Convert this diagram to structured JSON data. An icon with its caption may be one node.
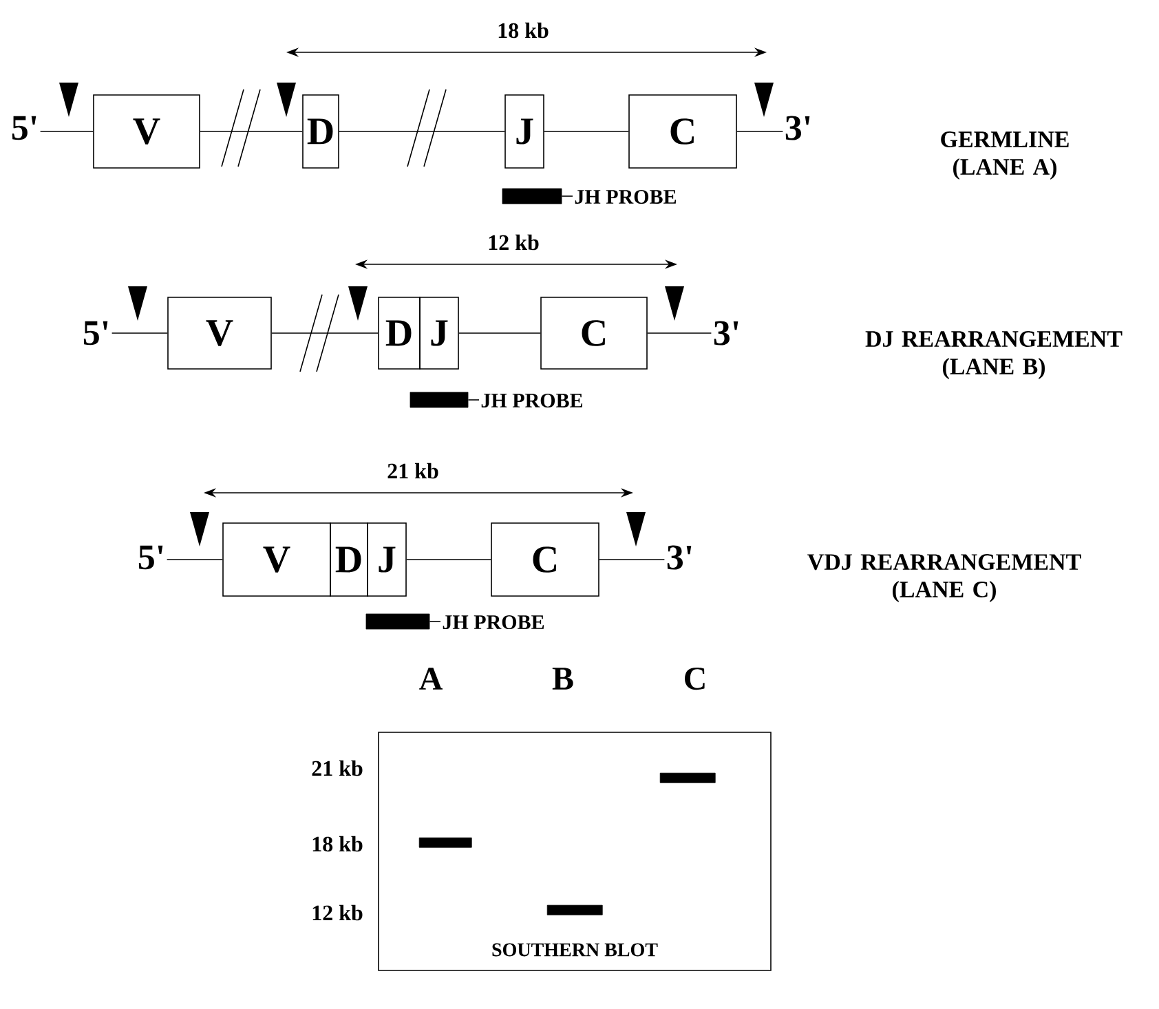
{
  "diagram": {
    "nodes": [
      {
        "text": [
          "5'"
        ]
      },
      {
        "text": [
          "V"
        ]
      },
      {
        "text": [
          "D"
        ]
      },
      {
        "text": [
          "J"
        ]
      },
      {
        "text": [
          "C"
        ]
      },
      {
        "text": [
          "3'"
        ]
      },
      {
        "text": [],
        "shape": "bar"
      },
      {
        "text": [
          "JH PROBE"
        ]
      },
      {
        "text": [
          "5'"
        ]
      },
      {
        "text": [
          "V"
        ]
      },
      {
        "text": [
          "D"
        ]
      },
      {
        "text": [
          "J"
        ]
      },
      {
        "text": [
          "C"
        ]
      },
      {
        "text": [
          "3'"
        ]
      },
      {
        "text": [],
        "shape": "bar"
      },
      {
        "text": [
          "JH PROBE"
        ]
      },
      {
        "text": [
          "5'"
        ]
      },
      {
        "text": [
          "V"
        ]
      },
      {
        "text": [
          "D"
        ]
      },
      {
        "text": [
          "J"
        ]
      },
      {
        "text": [
          "C"
        ]
      },
      {
        "text": [
          "3'"
        ]
      },
      {
        "text": [],
        "shape": "bar"
      },
      {
        "text": [
          "JH PROBE"
        ]
      },
      {
        "text": [
          "SOUTHERN BLOT"
        ]
      },
      {
        "text": [],
        "shape": "bar",
        "in": 24
      },
      {
        "text": [],
        "shape": "bar",
        "in": 24
      },
      {
        "text": [],
        "shape": "bar",
        "in": 24
      }
    ],
    "edges": [
      {
        "from": 0,
        "to": 1,
        "arrow": "none"
      },
      {
        "from": 1,
        "to": 2,
        "arrow": "none"
      },
      {
        "from": 2,
        "to": 3,
        "arrow": "none"
      },
      {
        "from": 3,
        "to": 4,
        "arrow": "none"
      },
      {
        "from": 4,
        "to": 5,
        "arrow": "none"
      },
      {
        "from": 6,
        "to": 7,
        "arrow": "none"
      },
      {
        "from": 8,
        "to": 9,
        "arrow": "none"
      },
      {
        "from": 9,
        "to": 10,
        "arrow": "none"
      },
      {
        "from": 11,
        "to": 12,
        "arrow": "none"
      },
      {
        "from": 12,
        "to": 13,
        "arrow": "none"
      },
      {
        "from": 14,
        "to": 15,
        "arrow": "none"
      },
      {
        "from": 16,
        "to": 17,
        "arrow": "none"
      },
      {
        "from": 19,
        "to": 20,
        "arrow": "none"
      },
      {
        "from": 20,
        "to": 21,
        "arrow": "none"
      },
      {
        "from": 22,
        "to": 23,
        "arrow": "none"
      }
    ],
    "labels": [
      "18 kb",
      "GERMLINE (LANE A)",
      "12 kb",
      "DJ REARRANGEMENT (LANE B)",
      "21 kb",
      "VDJ REARRANGEMENT (LANE C)",
      "A",
      "B",
      "C",
      "21 kb",
      "18 kb",
      "12 kb"
    ]
  }
}
